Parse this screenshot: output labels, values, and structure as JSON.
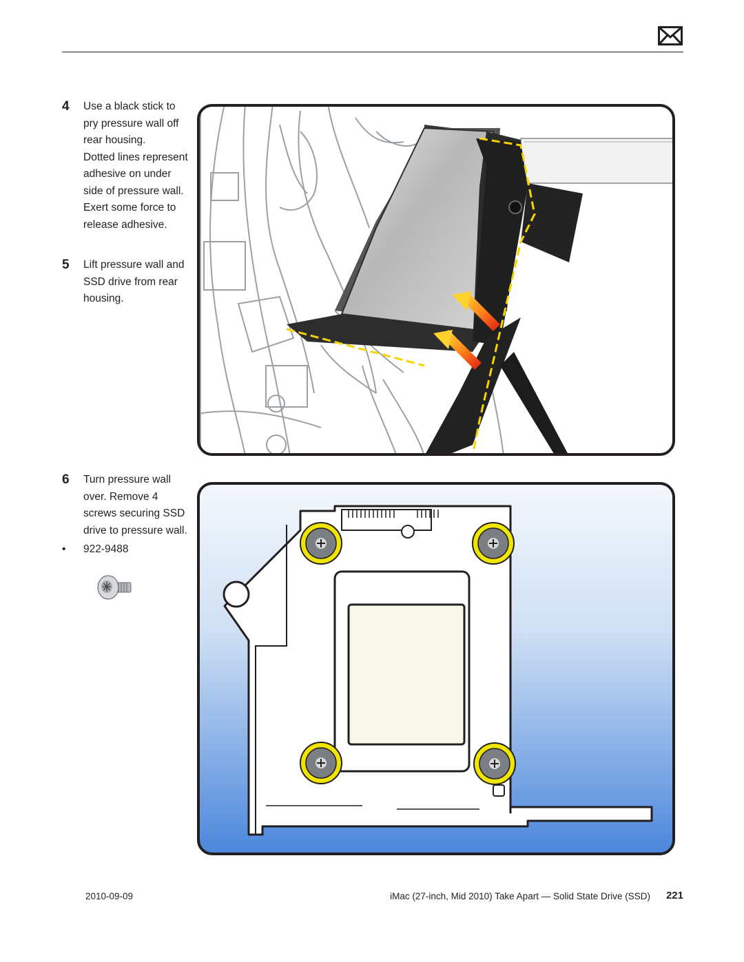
{
  "header": {
    "icon": "mail-icon"
  },
  "steps": [
    {
      "number": "4",
      "lines": [
        "Use a black stick to",
        "pry pressure wall off",
        "rear housing.",
        "Dotted lines represent",
        "adhesive on under",
        "side of pressure wall.",
        "Exert some force to",
        "release adhesive."
      ]
    },
    {
      "number": "5",
      "lines": [
        "Lift pressure wall and",
        "SSD drive from rear",
        "housing."
      ]
    },
    {
      "number": "6",
      "lines": [
        "Turn pressure wall",
        "over. Remove 4",
        "screws securing SSD",
        "drive to pressure wall."
      ]
    }
  ],
  "parts": [
    {
      "bullet": "•",
      "number": "922-9488"
    }
  ],
  "images": {
    "photo1": "pressure-wall-removal-illustration",
    "photo2": "ssd-on-pressure-wall-illustration",
    "screw": "screw-icon"
  },
  "colors": {
    "arrow": "#e8301c",
    "adhesive": "#f5d400",
    "screw_highlight": "#f0e500",
    "panel_top": "#f4f8fc",
    "panel_bottom": "#4a86dc"
  },
  "footer": {
    "date": "2010-09-09",
    "title": "iMac (27-inch, Mid 2010) Take Apart — Solid State Drive (SSD)",
    "page": "221"
  }
}
